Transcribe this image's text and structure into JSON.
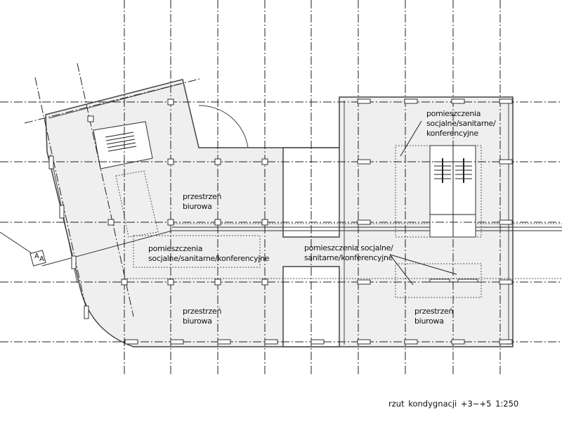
{
  "plan": {
    "caption": "rzut  kondygnacji +3~+5  1:250",
    "section_marker": "A",
    "labels": {
      "office_top_left": [
        "przestrzeń",
        "biurowa"
      ],
      "social_middle": [
        "pomieszczenia",
        "socjalne/sanitarne/konferencyjne"
      ],
      "social_right_top": [
        "pomieszczenia",
        "socjalne/sanitarne/",
        "konferencyjne"
      ],
      "social_right_mid": [
        "pomieszczenia socjalne/",
        "sanitarne/konferencyjne"
      ],
      "office_bottom_left": [
        "przestrzeń",
        "biurowa"
      ],
      "office_bottom_right": [
        "przestrzeń",
        "biurowa"
      ]
    },
    "colors": {
      "floor": "#efefef",
      "line": "#333333"
    }
  }
}
